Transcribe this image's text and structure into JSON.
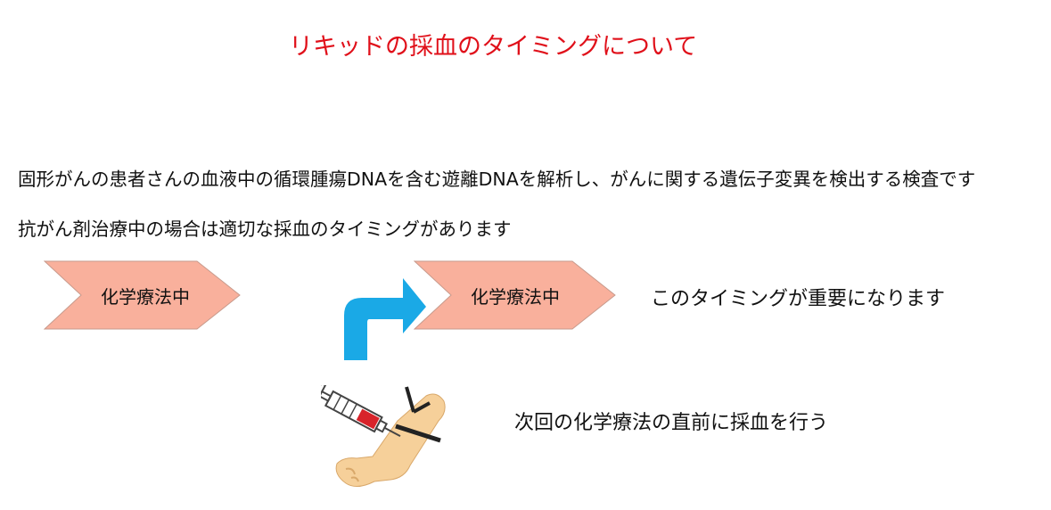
{
  "title": "リキッドの採血のタイミングについて",
  "body": {
    "line1": "固形がんの患者さんの血液中の循環腫瘍DNAを含む遊離DNAを解析し、がんに関する遺伝子変異を検出する検査です",
    "line2": "抗がん剤治療中の場合は適切な採血のタイミングがあります"
  },
  "diagram": {
    "step1_label": "化学療法中",
    "step2_label": "化学療法中",
    "step2_note": "このタイミングが重要になります",
    "blood_draw_note": "次回の化学療法の直前に採血を行う",
    "icons": [
      "curved-arrow-icon",
      "syringe-arm-icon"
    ]
  },
  "colors": {
    "title": "#e0101a",
    "chevron_fill": "#f9b09c",
    "chevron_stroke": "#c79a8c",
    "arrow": "#1aa9e6",
    "skin": "#f6d09a"
  }
}
